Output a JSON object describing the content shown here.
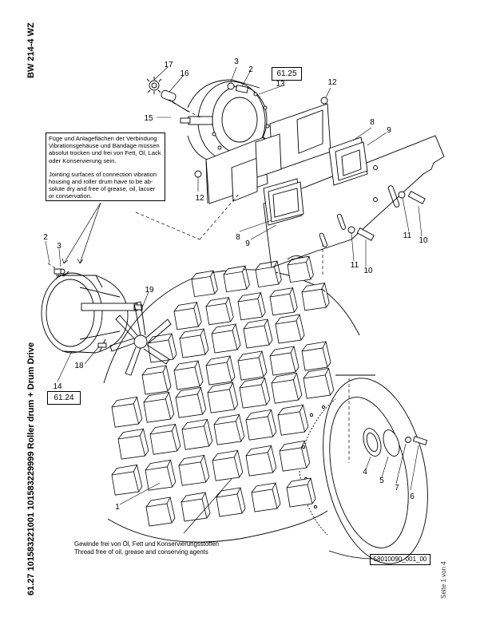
{
  "header": {
    "model": "BW 214-4 WZ",
    "section_title": "61.27 101583221001 101583229999 Roller drum + Drum Drive"
  },
  "notes": {
    "joint_de": [
      "Füge und Anlageflächen der Verbindung",
      "Vibrationsgehäuse und Bandage müssen",
      "absolut trocken und frei von Fett, Öl, Lack",
      "oder Konservierung sein."
    ],
    "joint_en": [
      "Jointing surfaces of connection vibration",
      "housing and roller drum have to be ab-",
      "solute dry and free of grease, oil, lacuer",
      "or conservation."
    ],
    "thread_de": "Gewinde frei von Öl, Fett und Konservierungsstoffen",
    "thread_en": "Thread free of oil, grease and conserving agents"
  },
  "refs": {
    "ref_6125": "61.25",
    "ref_6124": "61.24"
  },
  "part_numbers": {
    "p1": "1",
    "p2a": "2",
    "p2b": "2",
    "p3a": "3",
    "p3b": "3",
    "p4": "4",
    "p5": "5",
    "p6": "6",
    "p7": "7",
    "p8a": "8",
    "p8b": "8",
    "p9a": "9",
    "p9b": "9",
    "p10a": "10",
    "p10b": "10",
    "p11a": "11",
    "p11b": "11",
    "p12a": "12",
    "p12b": "12",
    "p13": "13",
    "p14": "14",
    "p15": "15",
    "p16": "16",
    "p17": "17",
    "p18": "18",
    "p19": "19"
  },
  "drawing_id": "58010090_001_00",
  "page_indicator": "Seite 1 von 4"
}
